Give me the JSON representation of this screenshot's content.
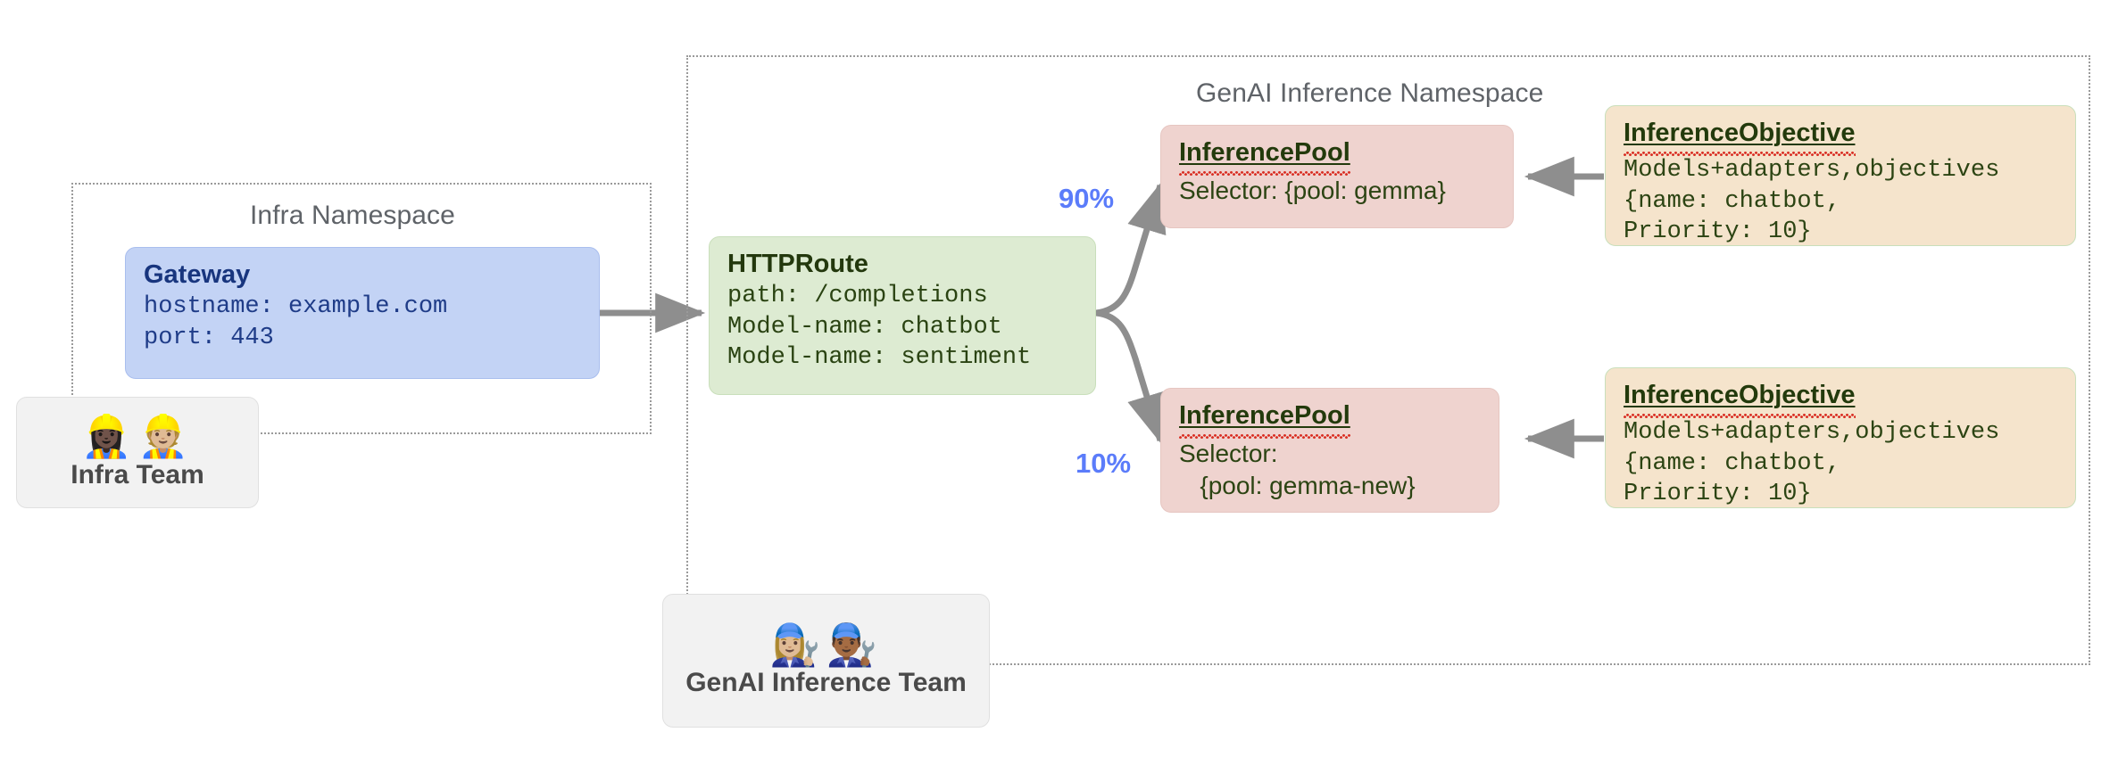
{
  "namespaces": [
    {
      "name": "infra",
      "title": "Infra Namespace"
    },
    {
      "name": "genai",
      "title": "GenAI Inference Namespace"
    }
  ],
  "gateway": {
    "title": "Gateway",
    "lines": "hostname: example.com\nport: 443"
  },
  "httproute": {
    "title": "HTTPRoute",
    "lines": "path: /completions\nModel-name: chatbot\nModel-name: sentiment"
  },
  "pools": [
    {
      "title": "InferencePool",
      "lines": "Selector: {pool: gemma}"
    },
    {
      "title": "InferencePool",
      "lines": "Selector:\n   {pool: gemma-new}"
    }
  ],
  "objectives": [
    {
      "title": "InferenceObjective",
      "lines": "Models+adapters,objectives\n{name: chatbot,\nPriority: 10}"
    },
    {
      "title": "InferenceObjective",
      "lines": "Models+adapters,objectives\n{name: chatbot,\nPriority: 10}"
    }
  ],
  "teams": [
    {
      "name": "infra-team",
      "label": "Infra Team",
      "emojis": "👷🏿‍♀️👷🏼",
      "icon_names": [
        "construction-worker-icon",
        "construction-worker-icon"
      ]
    },
    {
      "name": "genai-inference-team",
      "label": "GenAI Inference Team",
      "emojis": "👩🏼‍🔧👨🏾‍🔧",
      "icon_names": [
        "mechanic-icon",
        "mechanic-icon"
      ]
    }
  ],
  "traffic_splits": [
    {
      "label": "90%",
      "target": "gemma pool"
    },
    {
      "label": "10%",
      "target": "gemma-new pool"
    }
  ],
  "colors": {
    "gateway_fill": "#C3D3F5",
    "gateway_text": "#18357E",
    "route_fill": "#DDEBD2",
    "route_text": "#23380D",
    "pool_fill": "#EFD3CF",
    "objective_fill": "#F5E4CC",
    "resource_text": "#2C4413",
    "arrow": "#8E8E8E",
    "namespace_border": "#9A9A9A",
    "percent_text": "#5B7CFA",
    "team_fill": "#F2F2F2",
    "spellcheck_squiggle": "#D93025"
  },
  "arrows": [
    {
      "name": "gateway-to-httproute",
      "from": "Gateway",
      "to": "HTTPRoute"
    },
    {
      "name": "httproute-to-pool-gemma",
      "from": "HTTPRoute",
      "to": "InferencePool gemma"
    },
    {
      "name": "httproute-to-pool-gemma-new",
      "from": "HTTPRoute",
      "to": "InferencePool gemma-new"
    },
    {
      "name": "objective-to-pool-gemma",
      "from": "InferenceObjective",
      "to": "InferencePool gemma"
    },
    {
      "name": "objective-to-pool-gemma-new",
      "from": "InferenceObjective",
      "to": "InferencePool gemma-new"
    }
  ]
}
